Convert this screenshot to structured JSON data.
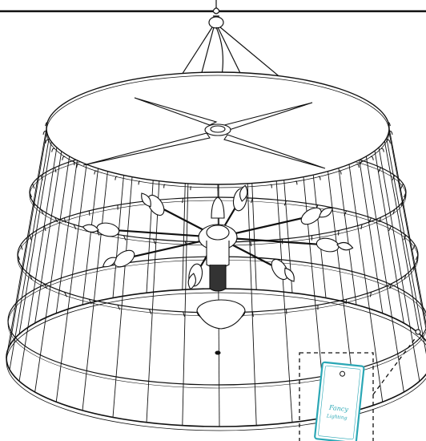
{
  "figure": {
    "subject": "chandelier-frame-assembly",
    "top_rule": true,
    "tag": {
      "line1": "Fancy",
      "line2": "Lighting",
      "color": "#2aa7b5"
    },
    "colors": {
      "line": "#111111",
      "hidden_line": "#222222",
      "tag_outline": "#2aa7b5",
      "background": "#ffffff"
    },
    "arms": 8,
    "vertical_bars": 36
  }
}
